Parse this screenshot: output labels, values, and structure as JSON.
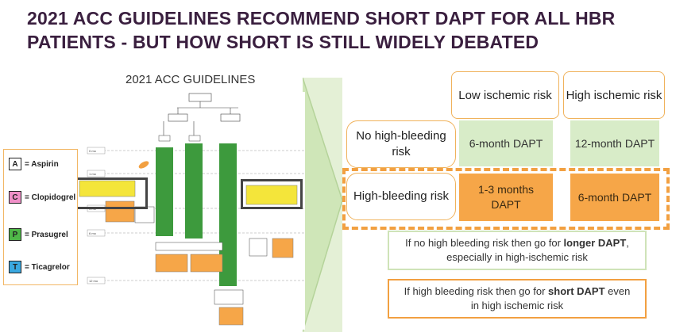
{
  "title": {
    "line1": "2021 ACC GUIDELINES RECOMMEND SHORT DAPT FOR ALL HBR",
    "line2": "PATIENTS - BUT HOW SHORT IS STILL WIDELY DEBATED"
  },
  "figure": {
    "title": "2021 ACC GUIDELINES"
  },
  "legend": [
    {
      "letter": "A",
      "label": "= Aspirin",
      "color": "#ffffff"
    },
    {
      "letter": "C",
      "label": "= Clopidogrel",
      "color": "#f090c8"
    },
    {
      "letter": "P",
      "label": "= Prasugrel",
      "color": "#4fb848"
    },
    {
      "letter": "T",
      "label": "= Ticagrelor",
      "color": "#3aa8e0"
    }
  ],
  "table": {
    "col_headers": [
      "Low ischemic risk",
      "High ischemic risk"
    ],
    "rows": [
      {
        "label": "No high-bleeding risk",
        "cells": [
          "6-month DAPT",
          "12-month DAPT"
        ]
      },
      {
        "label": "High-bleeding risk",
        "cells": [
          "1-3 months DAPT",
          "6-month DAPT"
        ]
      }
    ]
  },
  "notes": {
    "n1_a": "If no high bleeding risk then go for ",
    "n1_b": "longer DAPT",
    "n1_c": ",",
    "n1_d": "especially in high-ischemic risk",
    "n2_a": "If high bleeding risk then go for ",
    "n2_b": "short DAPT",
    "n2_c": " even",
    "n2_d": "in high ischemic risk"
  },
  "colors": {
    "accent_orange": "#f2a041",
    "green_cell": "#d8ecc8",
    "title_color": "#3a1f3f"
  }
}
